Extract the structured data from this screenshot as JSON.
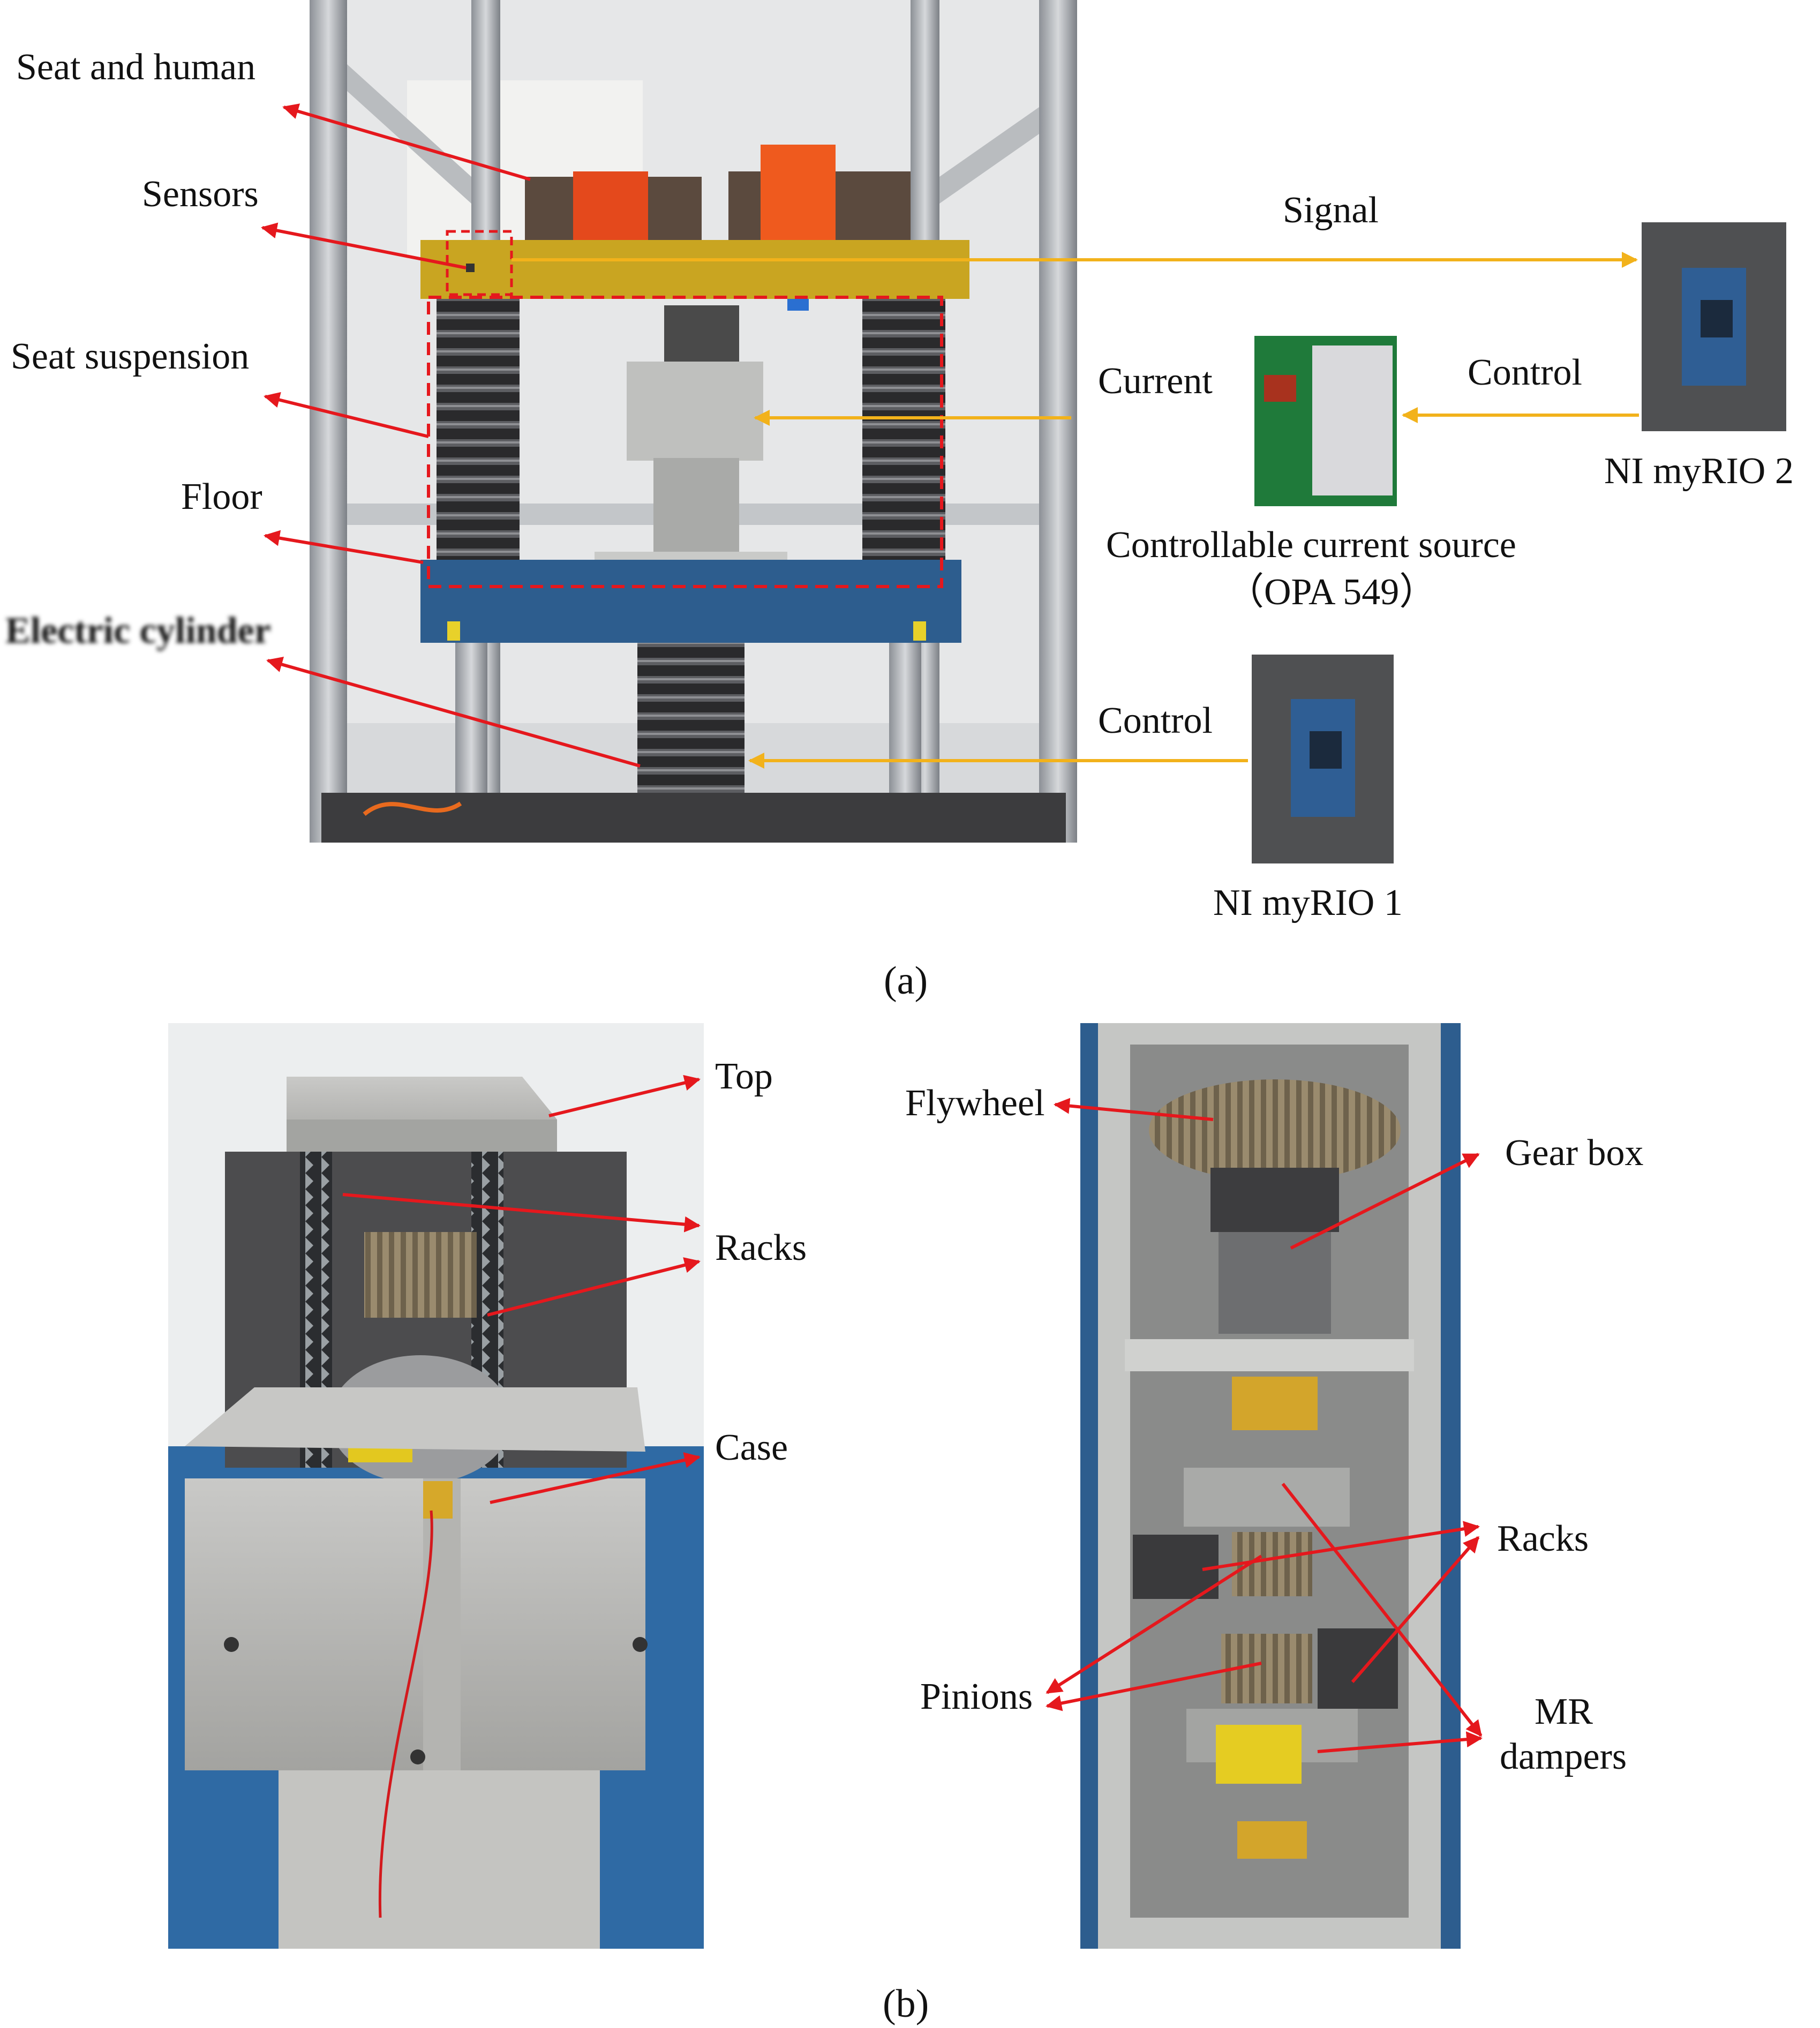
{
  "colors": {
    "red_arrow": "#e5181d",
    "yellow_arrow": "#f2b21b",
    "dashed_box": "#e5181d"
  },
  "panel_a": {
    "caption": "(a)",
    "left_labels": {
      "seat_and_human": "Seat and human",
      "sensors": "Sensors",
      "seat_suspension": "Seat suspension",
      "floor": "Floor",
      "redacted": "Electric cylinder"
    },
    "signal_labels": {
      "signal": "Signal",
      "current": "Current",
      "control_top": "Control",
      "control_bottom": "Control"
    },
    "devices": {
      "myrio2": "NI myRIO 2",
      "myrio1": "NI myRIO 1",
      "current_source_line1": "Controllable current source",
      "current_source_line2": "（OPA 549）"
    }
  },
  "panel_b": {
    "caption": "(b)",
    "left_photo": {
      "top": "Top",
      "racks": "Racks",
      "case": "Case"
    },
    "right_photo": {
      "flywheel": "Flywheel",
      "gear_box": "Gear box",
      "racks": "Racks",
      "pinions": "Pinions",
      "mr_line1": "MR",
      "mr_line2": "dampers"
    }
  }
}
